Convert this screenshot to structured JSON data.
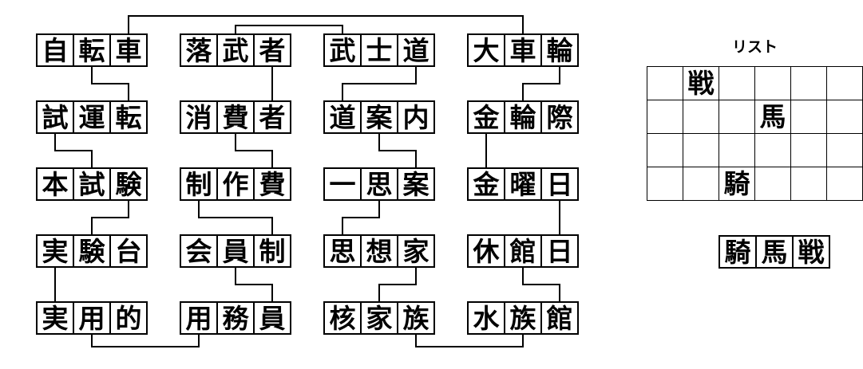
{
  "puzzle": {
    "words": [
      {
        "text": "自転車",
        "chars": [
          "自",
          "転",
          "車"
        ],
        "row": 0,
        "col": 0
      },
      {
        "text": "落武者",
        "chars": [
          "落",
          "武",
          "者"
        ],
        "row": 0,
        "col": 1
      },
      {
        "text": "武士道",
        "chars": [
          "武",
          "士",
          "道"
        ],
        "row": 0,
        "col": 2
      },
      {
        "text": "大車輪",
        "chars": [
          "大",
          "車",
          "輪"
        ],
        "row": 0,
        "col": 3
      },
      {
        "text": "試運転",
        "chars": [
          "試",
          "運",
          "転"
        ],
        "row": 1,
        "col": 0
      },
      {
        "text": "消費者",
        "chars": [
          "消",
          "費",
          "者"
        ],
        "row": 1,
        "col": 1
      },
      {
        "text": "道案内",
        "chars": [
          "道",
          "案",
          "内"
        ],
        "row": 1,
        "col": 2
      },
      {
        "text": "金輪際",
        "chars": [
          "金",
          "輪",
          "際"
        ],
        "row": 1,
        "col": 3
      },
      {
        "text": "本試験",
        "chars": [
          "本",
          "試",
          "験"
        ],
        "row": 2,
        "col": 0
      },
      {
        "text": "制作費",
        "chars": [
          "制",
          "作",
          "費"
        ],
        "row": 2,
        "col": 1
      },
      {
        "text": "一思案",
        "chars": [
          "一",
          "思",
          "案"
        ],
        "row": 2,
        "col": 2
      },
      {
        "text": "金曜日",
        "chars": [
          "金",
          "曜",
          "日"
        ],
        "row": 2,
        "col": 3
      },
      {
        "text": "実験台",
        "chars": [
          "実",
          "験",
          "台"
        ],
        "row": 3,
        "col": 0
      },
      {
        "text": "会員制",
        "chars": [
          "会",
          "員",
          "制"
        ],
        "row": 3,
        "col": 1
      },
      {
        "text": "思想家",
        "chars": [
          "思",
          "想",
          "家"
        ],
        "row": 3,
        "col": 2
      },
      {
        "text": "休館日",
        "chars": [
          "休",
          "館",
          "日"
        ],
        "row": 3,
        "col": 3
      },
      {
        "text": "実用的",
        "chars": [
          "実",
          "用",
          "的"
        ],
        "row": 4,
        "col": 0
      },
      {
        "text": "用務員",
        "chars": [
          "用",
          "務",
          "員"
        ],
        "row": 4,
        "col": 1
      },
      {
        "text": "核家族",
        "chars": [
          "核",
          "家",
          "族"
        ],
        "row": 4,
        "col": 2
      },
      {
        "text": "水族館",
        "chars": [
          "水",
          "族",
          "館"
        ],
        "row": 4,
        "col": 3
      }
    ],
    "connections": [
      {
        "from": {
          "word": 0,
          "char": 2
        },
        "to": {
          "word": 3,
          "char": 1
        },
        "via": "top",
        "level": 1,
        "shared": "車"
      },
      {
        "from": {
          "word": 1,
          "char": 1
        },
        "to": {
          "word": 2,
          "char": 0
        },
        "via": "top",
        "level": 2,
        "shared": "武"
      },
      {
        "from": {
          "word": 0,
          "char": 1
        },
        "to": {
          "word": 4,
          "char": 2
        },
        "via": "mid",
        "shared": "転"
      },
      {
        "from": {
          "word": 1,
          "char": 2
        },
        "to": {
          "word": 5,
          "char": 2
        },
        "via": "mid",
        "shared": "者"
      },
      {
        "from": {
          "word": 2,
          "char": 2
        },
        "to": {
          "word": 6,
          "char": 0
        },
        "via": "mid",
        "shared": "道"
      },
      {
        "from": {
          "word": 3,
          "char": 2
        },
        "to": {
          "word": 7,
          "char": 1
        },
        "via": "mid",
        "shared": "輪"
      },
      {
        "from": {
          "word": 4,
          "char": 0
        },
        "to": {
          "word": 8,
          "char": 1
        },
        "via": "mid",
        "shared": "試"
      },
      {
        "from": {
          "word": 5,
          "char": 1
        },
        "to": {
          "word": 9,
          "char": 2
        },
        "via": "mid",
        "shared": "費"
      },
      {
        "from": {
          "word": 6,
          "char": 1
        },
        "to": {
          "word": 10,
          "char": 2
        },
        "via": "mid",
        "shared": "案"
      },
      {
        "from": {
          "word": 7,
          "char": 0
        },
        "to": {
          "word": 11,
          "char": 0
        },
        "via": "mid",
        "shared": "金"
      },
      {
        "from": {
          "word": 8,
          "char": 2
        },
        "to": {
          "word": 12,
          "char": 1
        },
        "via": "mid",
        "shared": "験"
      },
      {
        "from": {
          "word": 9,
          "char": 0
        },
        "to": {
          "word": 13,
          "char": 2
        },
        "via": "mid",
        "shared": "制"
      },
      {
        "from": {
          "word": 10,
          "char": 1
        },
        "to": {
          "word": 14,
          "char": 0
        },
        "via": "mid",
        "shared": "思"
      },
      {
        "from": {
          "word": 11,
          "char": 2
        },
        "to": {
          "word": 15,
          "char": 2
        },
        "via": "mid",
        "shared": "日"
      },
      {
        "from": {
          "word": 12,
          "char": 0
        },
        "to": {
          "word": 16,
          "char": 0
        },
        "via": "mid",
        "shared": "実"
      },
      {
        "from": {
          "word": 13,
          "char": 1
        },
        "to": {
          "word": 17,
          "char": 2
        },
        "via": "mid",
        "shared": "員"
      },
      {
        "from": {
          "word": 14,
          "char": 2
        },
        "to": {
          "word": 18,
          "char": 1
        },
        "via": "mid",
        "shared": "家"
      },
      {
        "from": {
          "word": 15,
          "char": 1
        },
        "to": {
          "word": 19,
          "char": 2
        },
        "via": "mid",
        "shared": "館"
      },
      {
        "from": {
          "word": 16,
          "char": 1
        },
        "to": {
          "word": 17,
          "char": 0
        },
        "via": "bottom",
        "shared": "用"
      },
      {
        "from": {
          "word": 18,
          "char": 2
        },
        "to": {
          "word": 19,
          "char": 1
        },
        "via": "bottom",
        "shared": "族"
      }
    ]
  },
  "list_panel": {
    "title": "リスト",
    "grid": {
      "rows": 4,
      "cols": 6,
      "filled": [
        {
          "row": 0,
          "col": 1,
          "char": "戦"
        },
        {
          "row": 1,
          "col": 3,
          "char": "馬"
        },
        {
          "row": 3,
          "col": 2,
          "char": "騎"
        }
      ]
    },
    "answer": {
      "text": "騎馬戦",
      "chars": [
        "騎",
        "馬",
        "戦"
      ]
    }
  },
  "colors": {
    "ink": "#000000",
    "background": "#ffffff"
  }
}
